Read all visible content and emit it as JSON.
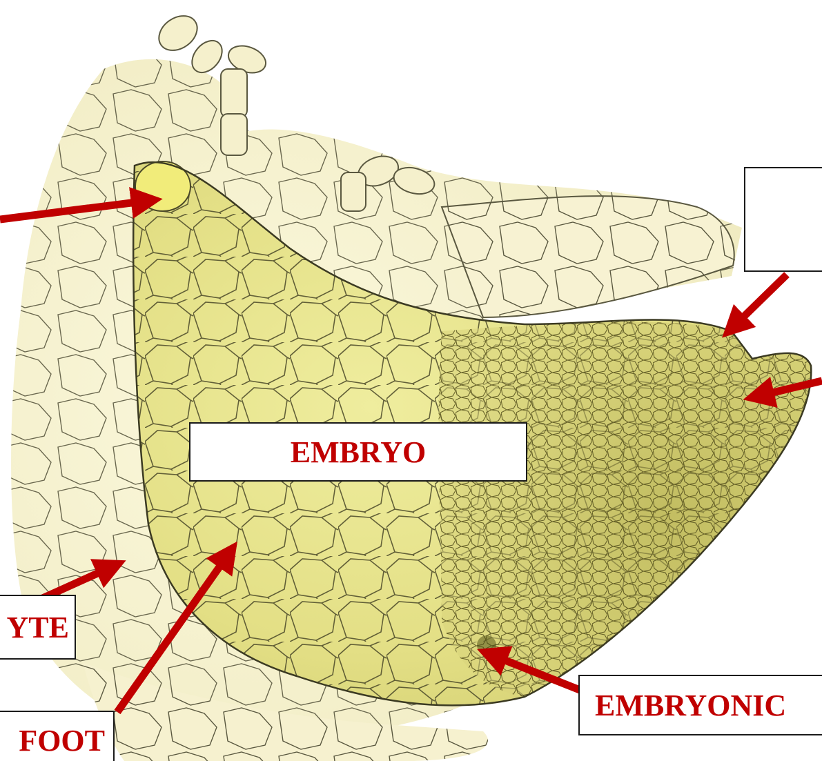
{
  "diagram": {
    "labels": {
      "embryo": "EMBRYO",
      "left_mid_partial": "YTE",
      "left_bottom_partial": "FOOT",
      "bottom_right_partial": "EMBRYONIC",
      "top_right_box": ""
    },
    "colors": {
      "label_text": "#c00000",
      "arrow": "#c00000",
      "tissue_light": "#f3efc8",
      "tissue_mid": "#e8e69a",
      "tissue_dark": "#c9c664",
      "cell_wall": "#3b3a22"
    }
  }
}
